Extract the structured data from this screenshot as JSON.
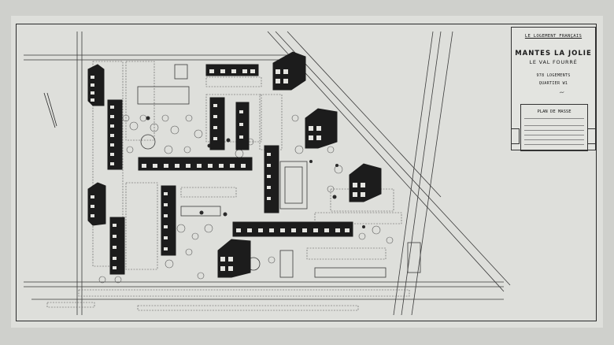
{
  "title_block": {
    "publisher": "LE LOGEMENT FRANÇAIS",
    "project": "MANTES LA JOLIE",
    "district": "LE VAL FOURRÉ",
    "housing_count": "978 LOGEMENTS",
    "quarter": "QUARTIER W1",
    "sheet_title": "PLAN DE MASSE"
  },
  "colors": {
    "paper": "#dedfdb",
    "building": "#1c1c1c",
    "line": "#3a3a3a",
    "tree": "#555555"
  }
}
